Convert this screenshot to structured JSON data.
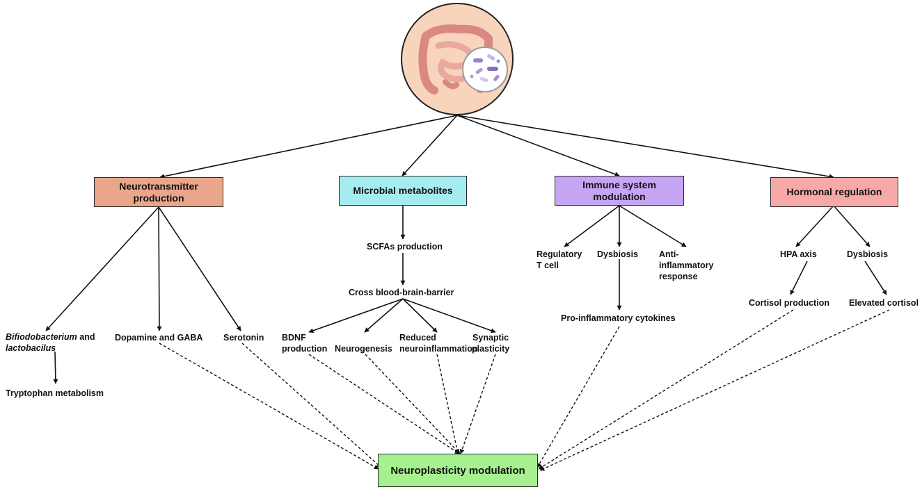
{
  "colors": {
    "neurotransmitter": "#e9a68a",
    "microbial": "#a5ecf0",
    "immune": "#c7a5f5",
    "hormonal": "#f7a9a7",
    "neuroplasticity": "#a7f08f",
    "gut_circle": "#f7d4bb"
  },
  "icons": {
    "top": "gut-microbiome-icon"
  },
  "categories": {
    "neurotransmitter": {
      "line1": "Neurotransmitter",
      "line2": "production"
    },
    "microbial": {
      "label": "Microbial metabolites"
    },
    "immune": {
      "line1": "Immune system",
      "line2": "modulation"
    },
    "hormonal": {
      "label": "Hormonal regulation"
    }
  },
  "neurotransmitter": {
    "bifido_italic": "Bifiodobacterium",
    "bifido_and": " and",
    "lacto_italic": "lactobacilus",
    "dopamine": "Dopamine and GABA",
    "serotonin": "Serotonin",
    "tryptophan": "Tryptophan metabolism"
  },
  "microbial": {
    "scfas": "SCFAs production",
    "bbb": "Cross blood-brain-barrier",
    "bdnf_1": "BDNF",
    "bdnf_2": "production",
    "neurogenesis": "Neurogenesis",
    "reduced_1": "Reduced",
    "reduced_2": "neuroinflammation",
    "synaptic_1": "Synaptic",
    "synaptic_2": "plasticity"
  },
  "immune": {
    "regulatory_1": "Regulatory",
    "regulatory_2": "T cell",
    "dysbiosis": "Dysbiosis",
    "anti_1": "Anti-",
    "anti_2": "inflammatory",
    "anti_3": "response",
    "pro": "Pro-inflammatory cytokines"
  },
  "hormonal": {
    "hpa": "HPA axis",
    "dysbiosis": "Dysbiosis",
    "cortisol_prod": "Cortisol production",
    "elevated": "Elevated cortisol"
  },
  "outcome": {
    "label": "Neuroplasticity modulation"
  }
}
